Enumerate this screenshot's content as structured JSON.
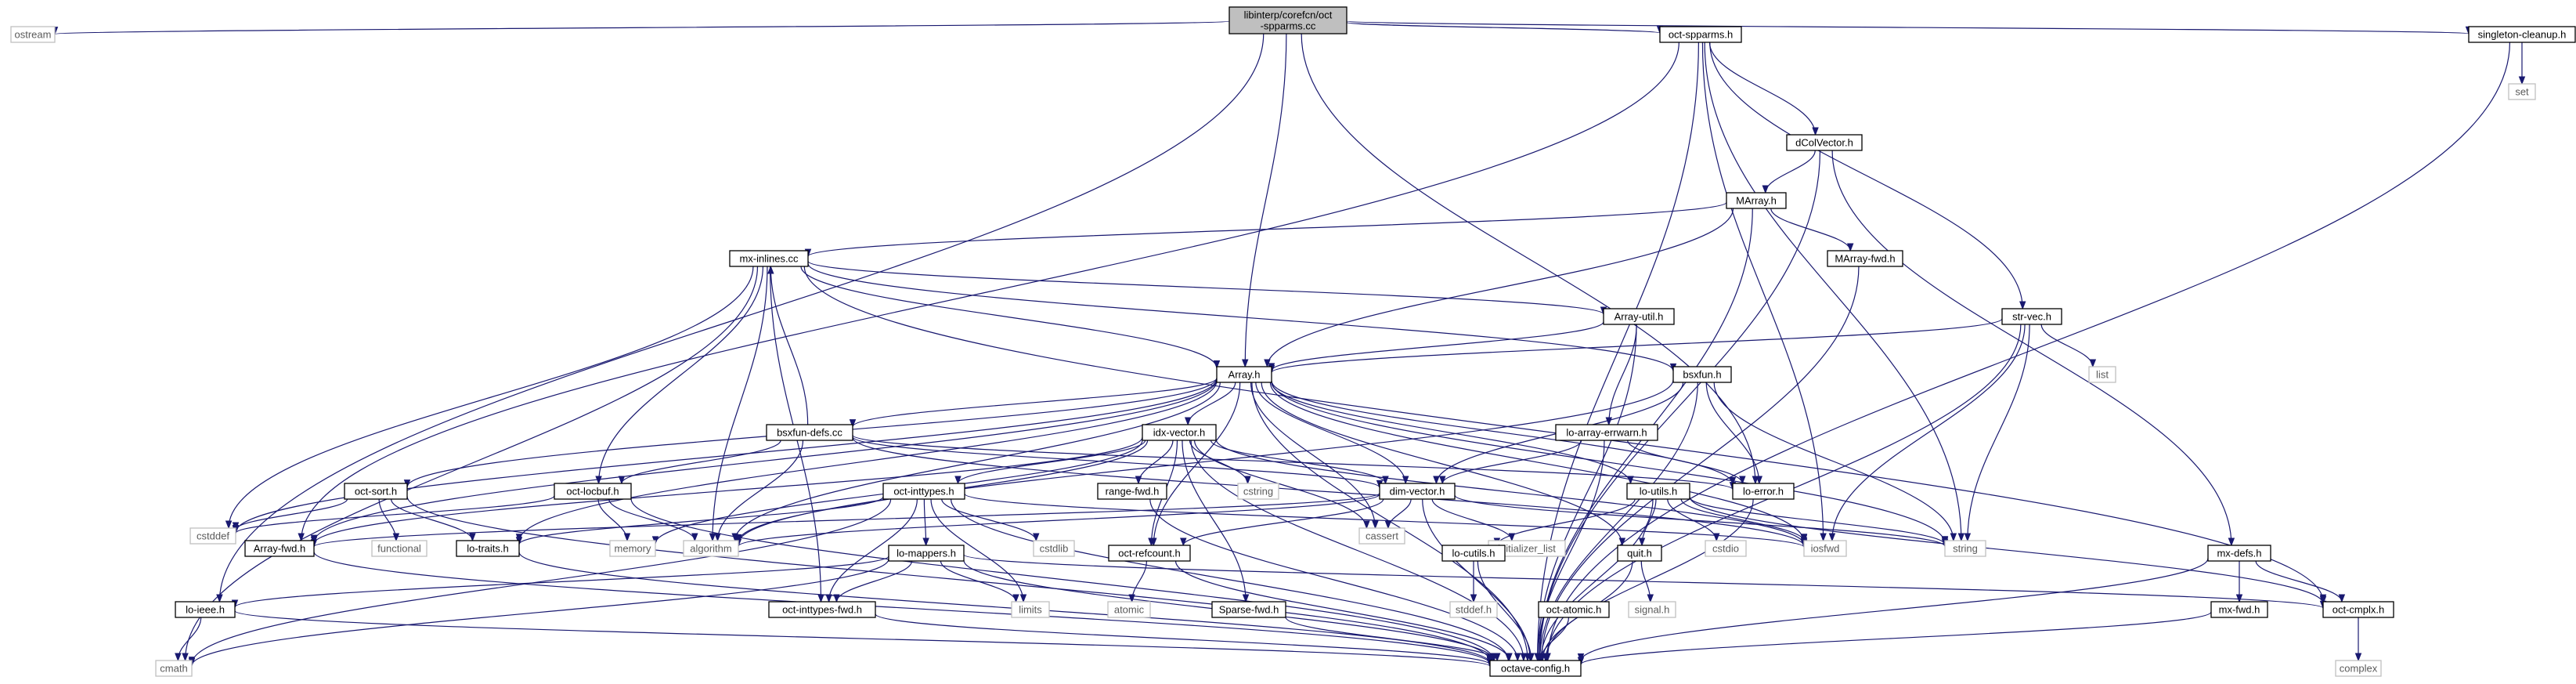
{
  "diagram": {
    "root": "libinterp/corefcn/oct-spparms.cc",
    "nodes": [
      {
        "id": "root",
        "label": [
          "libinterp/corefcn/oct",
          "-spparms.cc"
        ],
        "kind": "root"
      },
      {
        "id": "ostream",
        "label": [
          "ostream"
        ],
        "kind": "system"
      },
      {
        "id": "oct-spparms.h",
        "label": [
          "oct-spparms.h"
        ],
        "kind": "header"
      },
      {
        "id": "singleton-cleanup.h",
        "label": [
          "singleton-cleanup.h"
        ],
        "kind": "header"
      },
      {
        "id": "set",
        "label": [
          "set"
        ],
        "kind": "system"
      },
      {
        "id": "dColVector.h",
        "label": [
          "dColVector.h"
        ],
        "kind": "header"
      },
      {
        "id": "MArray.h",
        "label": [
          "MArray.h"
        ],
        "kind": "header"
      },
      {
        "id": "MArray-fwd.h",
        "label": [
          "MArray-fwd.h"
        ],
        "kind": "header"
      },
      {
        "id": "mx-inlines.cc",
        "label": [
          "mx-inlines.cc"
        ],
        "kind": "header"
      },
      {
        "id": "Array-util.h",
        "label": [
          "Array-util.h"
        ],
        "kind": "header"
      },
      {
        "id": "str-vec.h",
        "label": [
          "str-vec.h"
        ],
        "kind": "header"
      },
      {
        "id": "list",
        "label": [
          "list"
        ],
        "kind": "system"
      },
      {
        "id": "Array.h",
        "label": [
          "Array.h"
        ],
        "kind": "header"
      },
      {
        "id": "bsxfun.h",
        "label": [
          "bsxfun.h"
        ],
        "kind": "header"
      },
      {
        "id": "bsxfun-defs.cc",
        "label": [
          "bsxfun-defs.cc"
        ],
        "kind": "header"
      },
      {
        "id": "idx-vector.h",
        "label": [
          "idx-vector.h"
        ],
        "kind": "header"
      },
      {
        "id": "lo-array-errwarn.h",
        "label": [
          "lo-array-errwarn.h"
        ],
        "kind": "header"
      },
      {
        "id": "oct-sort.h",
        "label": [
          "oct-sort.h"
        ],
        "kind": "header"
      },
      {
        "id": "oct-locbuf.h",
        "label": [
          "oct-locbuf.h"
        ],
        "kind": "header"
      },
      {
        "id": "oct-inttypes.h",
        "label": [
          "oct-inttypes.h"
        ],
        "kind": "header"
      },
      {
        "id": "range-fwd.h",
        "label": [
          "range-fwd.h"
        ],
        "kind": "header"
      },
      {
        "id": "cstring",
        "label": [
          "cstring"
        ],
        "kind": "system"
      },
      {
        "id": "dim-vector.h",
        "label": [
          "dim-vector.h"
        ],
        "kind": "header"
      },
      {
        "id": "lo-utils.h",
        "label": [
          "lo-utils.h"
        ],
        "kind": "header"
      },
      {
        "id": "lo-error.h",
        "label": [
          "lo-error.h"
        ],
        "kind": "header"
      },
      {
        "id": "cstddef",
        "label": [
          "cstddef"
        ],
        "kind": "system"
      },
      {
        "id": "Array-fwd.h",
        "label": [
          "Array-fwd.h"
        ],
        "kind": "header"
      },
      {
        "id": "functional",
        "label": [
          "functional"
        ],
        "kind": "system"
      },
      {
        "id": "lo-traits.h",
        "label": [
          "lo-traits.h"
        ],
        "kind": "header"
      },
      {
        "id": "memory",
        "label": [
          "memory"
        ],
        "kind": "system"
      },
      {
        "id": "algorithm",
        "label": [
          "algorithm"
        ],
        "kind": "system"
      },
      {
        "id": "lo-mappers.h",
        "label": [
          "lo-mappers.h"
        ],
        "kind": "header"
      },
      {
        "id": "cstdlib",
        "label": [
          "cstdlib"
        ],
        "kind": "system"
      },
      {
        "id": "oct-refcount.h",
        "label": [
          "oct-refcount.h"
        ],
        "kind": "header"
      },
      {
        "id": "cassert",
        "label": [
          "cassert"
        ],
        "kind": "system"
      },
      {
        "id": "initializer_list",
        "label": [
          "initializer_list"
        ],
        "kind": "system"
      },
      {
        "id": "lo-cutils.h",
        "label": [
          "lo-cutils.h"
        ],
        "kind": "header"
      },
      {
        "id": "quit.h",
        "label": [
          "quit.h"
        ],
        "kind": "header"
      },
      {
        "id": "cstdio",
        "label": [
          "cstdio"
        ],
        "kind": "system"
      },
      {
        "id": "iosfwd",
        "label": [
          "iosfwd"
        ],
        "kind": "system"
      },
      {
        "id": "string",
        "label": [
          "string"
        ],
        "kind": "system"
      },
      {
        "id": "mx-defs.h",
        "label": [
          "mx-defs.h"
        ],
        "kind": "header"
      },
      {
        "id": "lo-ieee.h",
        "label": [
          "lo-ieee.h"
        ],
        "kind": "header"
      },
      {
        "id": "limits",
        "label": [
          "limits"
        ],
        "kind": "system"
      },
      {
        "id": "oct-inttypes-fwd.h",
        "label": [
          "oct-inttypes-fwd.h"
        ],
        "kind": "header"
      },
      {
        "id": "atomic",
        "label": [
          "atomic"
        ],
        "kind": "system"
      },
      {
        "id": "Sparse-fwd.h",
        "label": [
          "Sparse-fwd.h"
        ],
        "kind": "header"
      },
      {
        "id": "stddef.h",
        "label": [
          "stddef.h"
        ],
        "kind": "system"
      },
      {
        "id": "oct-atomic.h",
        "label": [
          "oct-atomic.h"
        ],
        "kind": "header"
      },
      {
        "id": "signal.h",
        "label": [
          "signal.h"
        ],
        "kind": "system"
      },
      {
        "id": "mx-fwd.h",
        "label": [
          "mx-fwd.h"
        ],
        "kind": "header"
      },
      {
        "id": "oct-cmplx.h",
        "label": [
          "oct-cmplx.h"
        ],
        "kind": "header"
      },
      {
        "id": "cmath",
        "label": [
          "cmath"
        ],
        "kind": "system"
      },
      {
        "id": "octave-config.h",
        "label": [
          "octave-config.h"
        ],
        "kind": "header"
      },
      {
        "id": "complex",
        "label": [
          "complex"
        ],
        "kind": "system"
      }
    ],
    "edges": [
      [
        "root",
        "ostream"
      ],
      [
        "root",
        "oct-spparms.h"
      ],
      [
        "root",
        "singleton-cleanup.h"
      ],
      [
        "root",
        "Array.h"
      ],
      [
        "root",
        "lo-error.h"
      ],
      [
        "root",
        "lo-ieee.h"
      ],
      [
        "singleton-cleanup.h",
        "set"
      ],
      [
        "singleton-cleanup.h",
        "octave-config.h"
      ],
      [
        "oct-spparms.h",
        "dColVector.h"
      ],
      [
        "oct-spparms.h",
        "str-vec.h"
      ],
      [
        "oct-spparms.h",
        "Array-fwd.h"
      ],
      [
        "oct-spparms.h",
        "iosfwd"
      ],
      [
        "oct-spparms.h",
        "string"
      ],
      [
        "oct-spparms.h",
        "octave-config.h"
      ],
      [
        "dColVector.h",
        "MArray.h"
      ],
      [
        "dColVector.h",
        "mx-defs.h"
      ],
      [
        "dColVector.h",
        "octave-config.h"
      ],
      [
        "MArray.h",
        "mx-inlines.cc"
      ],
      [
        "MArray.h",
        "Array.h"
      ],
      [
        "MArray.h",
        "MArray-fwd.h"
      ],
      [
        "MArray.h",
        "octave-config.h"
      ],
      [
        "MArray-fwd.h",
        "octave-config.h"
      ],
      [
        "mx-inlines.cc",
        "Array-util.h"
      ],
      [
        "mx-inlines.cc",
        "Array.h"
      ],
      [
        "mx-inlines.cc",
        "bsxfun.h"
      ],
      [
        "mx-inlines.cc",
        "oct-locbuf.h"
      ],
      [
        "mx-inlines.cc",
        "cstddef"
      ],
      [
        "mx-inlines.cc",
        "algorithm"
      ],
      [
        "mx-inlines.cc",
        "cmath"
      ],
      [
        "mx-inlines.cc",
        "oct-inttypes-fwd.h"
      ],
      [
        "mx-inlines.cc",
        "oct-cmplx.h"
      ],
      [
        "Array-util.h",
        "Array.h"
      ],
      [
        "Array-util.h",
        "lo-array-errwarn.h"
      ],
      [
        "Array-util.h",
        "octave-config.h"
      ],
      [
        "str-vec.h",
        "Array.h"
      ],
      [
        "str-vec.h",
        "list"
      ],
      [
        "str-vec.h",
        "iosfwd"
      ],
      [
        "str-vec.h",
        "string"
      ],
      [
        "str-vec.h",
        "octave-config.h"
      ],
      [
        "bsxfun.h",
        "dim-vector.h"
      ],
      [
        "bsxfun.h",
        "lo-error.h"
      ],
      [
        "bsxfun.h",
        "algorithm"
      ],
      [
        "bsxfun.h",
        "string"
      ],
      [
        "bsxfun.h",
        "octave-config.h"
      ],
      [
        "bsxfun-defs.cc",
        "mx-inlines.cc"
      ],
      [
        "bsxfun-defs.cc",
        "oct-locbuf.h"
      ],
      [
        "bsxfun-defs.cc",
        "dim-vector.h"
      ],
      [
        "bsxfun-defs.cc",
        "lo-error.h"
      ],
      [
        "bsxfun-defs.cc",
        "algorithm"
      ],
      [
        "bsxfun-defs.cc",
        "iosfwd"
      ],
      [
        "Array.h",
        "idx-vector.h"
      ],
      [
        "Array.h",
        "bsxfun-defs.cc"
      ],
      [
        "Array.h",
        "oct-sort.h"
      ],
      [
        "Array.h",
        "dim-vector.h"
      ],
      [
        "Array.h",
        "lo-utils.h"
      ],
      [
        "Array.h",
        "lo-error.h"
      ],
      [
        "Array.h",
        "lo-traits.h"
      ],
      [
        "Array.h",
        "Array-fwd.h"
      ],
      [
        "Array.h",
        "oct-refcount.h"
      ],
      [
        "Array.h",
        "quit.h"
      ],
      [
        "Array.h",
        "cstddef"
      ],
      [
        "Array.h",
        "algorithm"
      ],
      [
        "Array.h",
        "cassert"
      ],
      [
        "Array.h",
        "iosfwd"
      ],
      [
        "Array.h",
        "string"
      ],
      [
        "Array.h",
        "octave-config.h"
      ],
      [
        "idx-vector.h",
        "dim-vector.h"
      ],
      [
        "idx-vector.h",
        "oct-inttypes.h"
      ],
      [
        "idx-vector.h",
        "range-fwd.h"
      ],
      [
        "idx-vector.h",
        "cstring"
      ],
      [
        "idx-vector.h",
        "oct-refcount.h"
      ],
      [
        "idx-vector.h",
        "Sparse-fwd.h"
      ],
      [
        "idx-vector.h",
        "Array-fwd.h"
      ],
      [
        "idx-vector.h",
        "algorithm"
      ],
      [
        "idx-vector.h",
        "memory"
      ],
      [
        "idx-vector.h",
        "cassert"
      ],
      [
        "idx-vector.h",
        "iosfwd"
      ],
      [
        "idx-vector.h",
        "octave-config.h"
      ],
      [
        "lo-array-errwarn.h",
        "dim-vector.h"
      ],
      [
        "lo-array-errwarn.h",
        "lo-error.h"
      ],
      [
        "lo-array-errwarn.h",
        "octave-config.h"
      ],
      [
        "oct-sort.h",
        "lo-traits.h"
      ],
      [
        "oct-sort.h",
        "functional"
      ],
      [
        "oct-sort.h",
        "cstddef"
      ],
      [
        "oct-sort.h",
        "octave-config.h"
      ],
      [
        "oct-locbuf.h",
        "memory"
      ],
      [
        "oct-locbuf.h",
        "algorithm"
      ],
      [
        "oct-locbuf.h",
        "cstddef"
      ],
      [
        "oct-locbuf.h",
        "octave-config.h"
      ],
      [
        "oct-inttypes.h",
        "lo-mappers.h"
      ],
      [
        "oct-inttypes.h",
        "lo-traits.h"
      ],
      [
        "oct-inttypes.h",
        "oct-inttypes-fwd.h"
      ],
      [
        "oct-inttypes.h",
        "cstdlib"
      ],
      [
        "oct-inttypes.h",
        "limits"
      ],
      [
        "oct-inttypes.h",
        "cmath"
      ],
      [
        "oct-inttypes.h",
        "iosfwd"
      ],
      [
        "oct-inttypes.h",
        "octave-config.h"
      ],
      [
        "range-fwd.h",
        "octave-config.h"
      ],
      [
        "dim-vector.h",
        "oct-refcount.h"
      ],
      [
        "dim-vector.h",
        "Array-fwd.h"
      ],
      [
        "dim-vector.h",
        "cassert"
      ],
      [
        "dim-vector.h",
        "initializer_list"
      ],
      [
        "dim-vector.h",
        "string"
      ],
      [
        "dim-vector.h",
        "algorithm"
      ],
      [
        "dim-vector.h",
        "octave-config.h"
      ],
      [
        "lo-utils.h",
        "lo-cutils.h"
      ],
      [
        "lo-utils.h",
        "quit.h"
      ],
      [
        "lo-utils.h",
        "cstdio"
      ],
      [
        "lo-utils.h",
        "iosfwd"
      ],
      [
        "lo-utils.h",
        "string"
      ],
      [
        "lo-utils.h",
        "oct-cmplx.h"
      ],
      [
        "lo-utils.h",
        "octave-config.h"
      ],
      [
        "lo-error.h",
        "octave-config.h"
      ],
      [
        "lo-mappers.h",
        "lo-ieee.h"
      ],
      [
        "lo-mappers.h",
        "oct-cmplx.h"
      ],
      [
        "lo-mappers.h",
        "limits"
      ],
      [
        "lo-mappers.h",
        "cmath"
      ],
      [
        "lo-mappers.h",
        "oct-inttypes-fwd.h"
      ],
      [
        "lo-mappers.h",
        "octave-config.h"
      ],
      [
        "oct-refcount.h",
        "atomic"
      ],
      [
        "oct-refcount.h",
        "octave-config.h"
      ],
      [
        "lo-cutils.h",
        "stddef.h"
      ],
      [
        "lo-cutils.h",
        "octave-config.h"
      ],
      [
        "quit.h",
        "signal.h"
      ],
      [
        "quit.h",
        "octave-config.h"
      ],
      [
        "oct-atomic.h",
        "octave-config.h"
      ],
      [
        "mx-defs.h",
        "mx-fwd.h"
      ],
      [
        "mx-defs.h",
        "oct-cmplx.h"
      ],
      [
        "mx-defs.h",
        "octave-config.h"
      ],
      [
        "mx-fwd.h",
        "octave-config.h"
      ],
      [
        "oct-cmplx.h",
        "complex"
      ],
      [
        "lo-ieee.h",
        "cmath"
      ],
      [
        "lo-ieee.h",
        "octave-config.h"
      ],
      [
        "oct-inttypes-fwd.h",
        "octave-config.h"
      ],
      [
        "Sparse-fwd.h",
        "octave-config.h"
      ],
      [
        "Array-fwd.h",
        "octave-config.h"
      ],
      [
        "lo-traits.h",
        "octave-config.h"
      ]
    ]
  }
}
